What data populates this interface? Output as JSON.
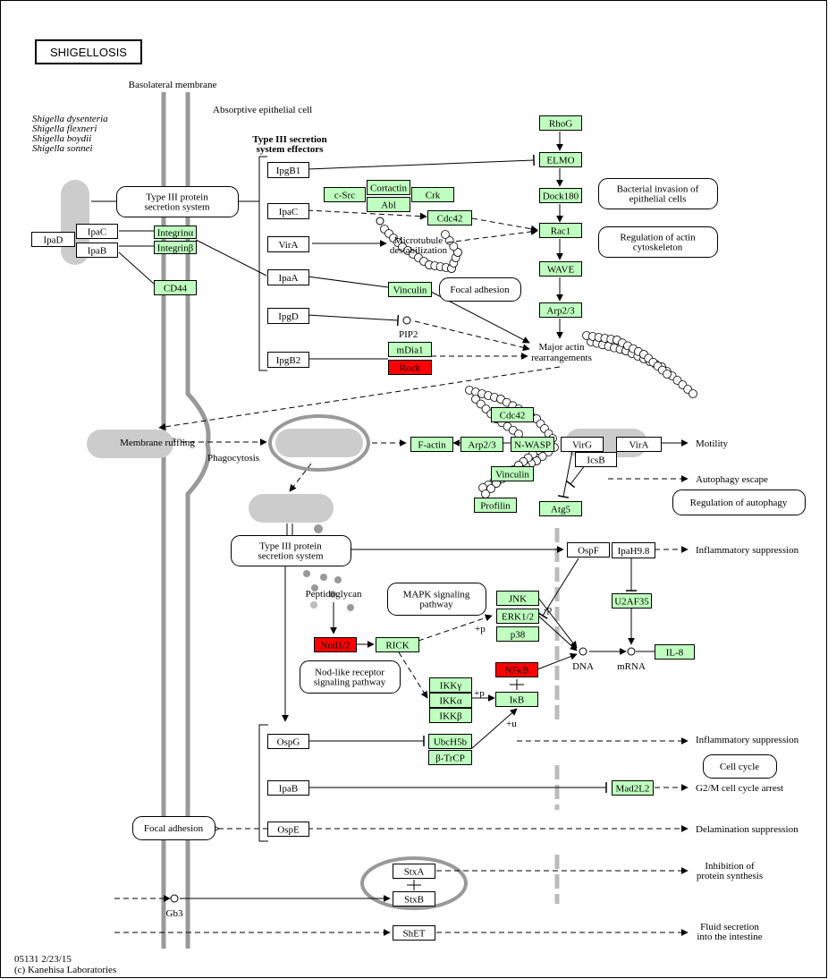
{
  "title": "SHIGELLOSIS",
  "footer": {
    "code": "05131 2/23/15",
    "copyright": "(c) Kanehisa Laboratories"
  },
  "labels": {
    "basolateral": "Basolateral membrane",
    "absorptive": "Absorptive epithelial cell",
    "species": [
      "Shigella dysenteria",
      "Shigella flexneri",
      "Shigella boydii",
      "Shigella sonnei"
    ],
    "t3ss_effectors": [
      "Type III secretion",
      "system effectors"
    ],
    "pip2": "PIP2",
    "phagocytosis": "Phagocytosis",
    "peptidoglycan": "Peptidoglycan",
    "dna": "DNA",
    "mrna": "mRNA",
    "gb3": "Gb3",
    "plus_p1": "+p",
    "plus_p2": "+p",
    "minus_p": "-p",
    "plus_u": "+u",
    "major_actin": [
      "Major actin",
      "rearrangements"
    ],
    "microtubule": [
      "Microtubule",
      "destabilization"
    ]
  },
  "colors": {
    "gene": "#bfffbf",
    "highlight": "#ff0000",
    "membrane": "#999999",
    "blob": "#cccccc"
  },
  "nodes": [
    {
      "id": "ipaD",
      "label": "IpaD",
      "kind": "plain"
    },
    {
      "id": "ipaC_l",
      "label": "IpaC",
      "kind": "plain"
    },
    {
      "id": "ipaB_l",
      "label": "IpaB",
      "kind": "plain"
    },
    {
      "id": "integrin_a",
      "label": "Integrinα",
      "kind": "gene"
    },
    {
      "id": "integrin_b",
      "label": "Integrinβ",
      "kind": "gene"
    },
    {
      "id": "cd44",
      "label": "CD44",
      "kind": "gene"
    },
    {
      "id": "ipgB1",
      "label": "IpgB1",
      "kind": "plain"
    },
    {
      "id": "ipaC",
      "label": "IpaC",
      "kind": "plain"
    },
    {
      "id": "virA",
      "label": "VirA",
      "kind": "plain"
    },
    {
      "id": "ipaA",
      "label": "IpaA",
      "kind": "plain"
    },
    {
      "id": "ipgD",
      "label": "IpgD",
      "kind": "plain"
    },
    {
      "id": "ipgB2",
      "label": "IpgB2",
      "kind": "plain"
    },
    {
      "id": "csrc",
      "label": "c-Src",
      "kind": "gene"
    },
    {
      "id": "cortactin",
      "label": "Cortactin",
      "kind": "gene"
    },
    {
      "id": "crk",
      "label": "Crk",
      "kind": "gene"
    },
    {
      "id": "abl",
      "label": "Abl",
      "kind": "gene"
    },
    {
      "id": "cdc42a",
      "label": "Cdc42",
      "kind": "gene"
    },
    {
      "id": "vinculin_a",
      "label": "Vinculin",
      "kind": "gene"
    },
    {
      "id": "mdia1",
      "label": "mDia1",
      "kind": "gene"
    },
    {
      "id": "rock",
      "label": "Rock",
      "kind": "red"
    },
    {
      "id": "rhog",
      "label": "RhoG",
      "kind": "gene"
    },
    {
      "id": "elmo",
      "label": "ELMO",
      "kind": "gene"
    },
    {
      "id": "dock180",
      "label": "Dock180",
      "kind": "gene"
    },
    {
      "id": "rac1",
      "label": "Rac1",
      "kind": "gene"
    },
    {
      "id": "wave",
      "label": "WAVE",
      "kind": "gene"
    },
    {
      "id": "arp23a",
      "label": "Arp2/3",
      "kind": "gene"
    },
    {
      "id": "cdc42b",
      "label": "Cdc42",
      "kind": "gene"
    },
    {
      "id": "factin",
      "label": "F-actin",
      "kind": "gene"
    },
    {
      "id": "arp23b",
      "label": "Arp2/3",
      "kind": "gene"
    },
    {
      "id": "nwasp",
      "label": "N-WASP",
      "kind": "gene"
    },
    {
      "id": "virG",
      "label": "VirG",
      "kind": "plain"
    },
    {
      "id": "virA2",
      "label": "VirA",
      "kind": "plain"
    },
    {
      "id": "icsB",
      "label": "IcsB",
      "kind": "plain"
    },
    {
      "id": "vinculin_b",
      "label": "Vinculin",
      "kind": "gene"
    },
    {
      "id": "profilin",
      "label": "Profilin",
      "kind": "gene"
    },
    {
      "id": "atg5",
      "label": "Atg5",
      "kind": "gene"
    },
    {
      "id": "ospF",
      "label": "OspF",
      "kind": "plain"
    },
    {
      "id": "ipaH",
      "label": "IpaH9.8",
      "kind": "plain"
    },
    {
      "id": "u2af",
      "label": "U2AF35",
      "kind": "gene"
    },
    {
      "id": "il8",
      "label": "IL-8",
      "kind": "gene"
    },
    {
      "id": "jnk",
      "label": "JNK",
      "kind": "gene"
    },
    {
      "id": "erk",
      "label": "ERK1/2",
      "kind": "gene"
    },
    {
      "id": "p38",
      "label": "p38",
      "kind": "gene"
    },
    {
      "id": "nod",
      "label": "Nod1/2",
      "kind": "red"
    },
    {
      "id": "rick",
      "label": "RICK",
      "kind": "gene"
    },
    {
      "id": "nfkb",
      "label": "NFκB",
      "kind": "red"
    },
    {
      "id": "ikkg",
      "label": "IKKγ",
      "kind": "gene"
    },
    {
      "id": "ikka",
      "label": "IKKα",
      "kind": "gene"
    },
    {
      "id": "ikkb",
      "label": "IKKβ",
      "kind": "gene"
    },
    {
      "id": "ikb",
      "label": "IκB",
      "kind": "gene"
    },
    {
      "id": "ospG",
      "label": "OspG",
      "kind": "plain"
    },
    {
      "id": "ubch5b",
      "label": "UbcH5b",
      "kind": "gene"
    },
    {
      "id": "btrcp",
      "label": "β-TrCP",
      "kind": "gene"
    },
    {
      "id": "ipaB",
      "label": "IpaB",
      "kind": "plain"
    },
    {
      "id": "mad2l2",
      "label": "Mad2L2",
      "kind": "gene"
    },
    {
      "id": "ospE",
      "label": "OspE",
      "kind": "plain"
    },
    {
      "id": "stxA",
      "label": "StxA",
      "kind": "plain"
    },
    {
      "id": "stxB",
      "label": "StxB",
      "kind": "plain"
    },
    {
      "id": "shet",
      "label": "ShET",
      "kind": "plain"
    }
  ],
  "pathways": [
    {
      "id": "t3ss1",
      "lines": [
        "Type III protein",
        "secretion system"
      ]
    },
    {
      "id": "bact_inv",
      "lines": [
        "Bacterial invasion of",
        "epithelial cells"
      ]
    },
    {
      "id": "reg_actin",
      "lines": [
        "Regulation of actin",
        "cytoskeleton"
      ]
    },
    {
      "id": "focal1",
      "lines": [
        "Focal adhesion"
      ]
    },
    {
      "id": "membrane_ruffling",
      "lines": [
        "Membrane ruffling"
      ]
    },
    {
      "id": "reg_autophagy",
      "lines": [
        "Regulation of autophagy"
      ]
    },
    {
      "id": "t3ss2",
      "lines": [
        "Type III protein",
        "secretion system"
      ]
    },
    {
      "id": "mapk",
      "lines": [
        "MAPK signaling",
        "pathway"
      ]
    },
    {
      "id": "nod_like",
      "lines": [
        "Nod-like receptor",
        "signaling pathway"
      ]
    },
    {
      "id": "cell_cycle",
      "lines": [
        "Cell cycle"
      ]
    },
    {
      "id": "focal2",
      "lines": [
        "Focal adhesion"
      ]
    }
  ],
  "outcomes": [
    {
      "id": "motility",
      "lines": [
        "Motility"
      ]
    },
    {
      "id": "autophagy_escape",
      "lines": [
        "Autophagy escape"
      ]
    },
    {
      "id": "inflam1",
      "lines": [
        "Inflammatory suppression"
      ]
    },
    {
      "id": "inflam2",
      "lines": [
        "Inflammatory suppression"
      ]
    },
    {
      "id": "g2m",
      "lines": [
        "G2/M cell cycle arrest"
      ]
    },
    {
      "id": "delam",
      "lines": [
        "Delamination suppression"
      ]
    },
    {
      "id": "inhib",
      "lines": [
        "Inhibition of",
        "protein synthesis"
      ]
    },
    {
      "id": "fluid",
      "lines": [
        "Fluid secretion",
        "into the intestine"
      ]
    }
  ]
}
